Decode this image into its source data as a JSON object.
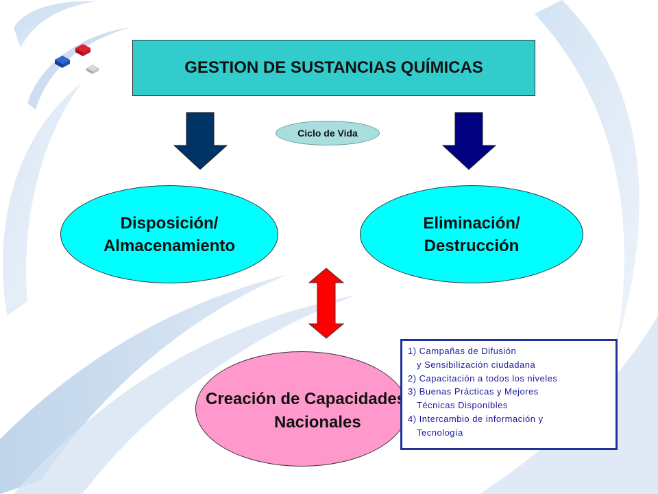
{
  "title": "GESTION DE SUSTANCIAS QUÍMICAS",
  "cycle_label": "Ciclo de Vida",
  "nodes": {
    "left": {
      "line1": "Disposición/",
      "line2": "Almacenamiento"
    },
    "right": {
      "line1": "Eliminación/",
      "line2": "Destrucción"
    },
    "bottom": {
      "line1": "Creación de Capacidades",
      "line2": "Nacionales"
    }
  },
  "list_items": [
    "1) Campañas  de Difusión",
    "y  Sensibilización  ciudadana",
    "2) Capacitación  a todos los niveles",
    "3) Buenas  Prácticas  y Mejores",
    "Técnicas  Disponibles",
    "4) Intercambio  de información  y",
    "Tecnología"
  ],
  "colors": {
    "title_fill": "#33cccc",
    "ellipse_fill": "#00ffff",
    "bottom_fill": "#ff99cc",
    "arrow_left": "#003366",
    "arrow_right": "#000080",
    "arrow_double": "#ff0000",
    "list_border": "#1f3299"
  }
}
